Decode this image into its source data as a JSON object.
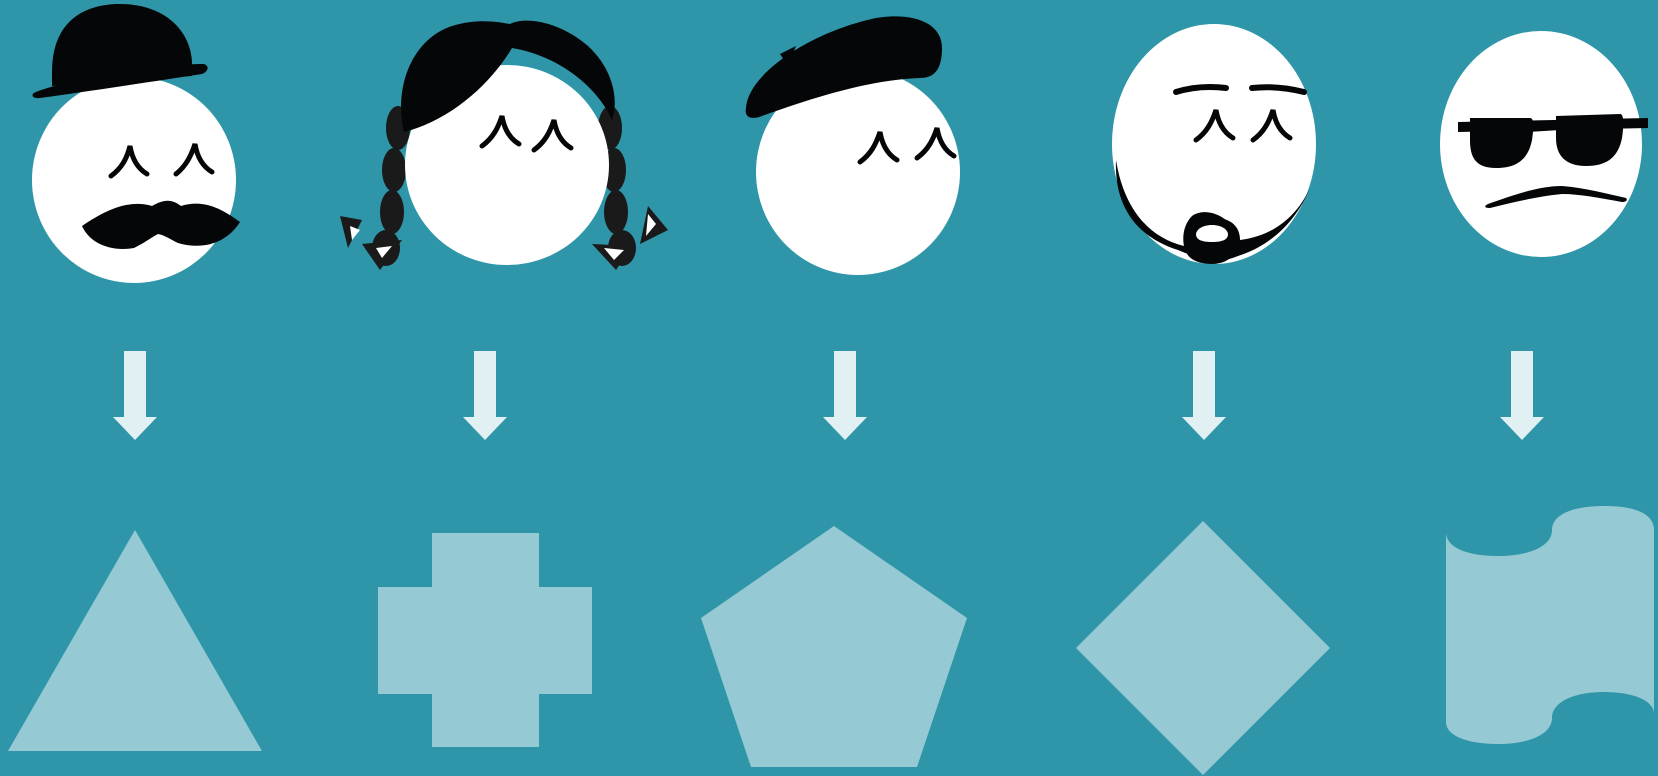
{
  "colors": {
    "background": "#2e96a8",
    "face": "#ffffff",
    "ink": "#050608",
    "arrow": "#e1f0f3",
    "shape": "#95c9d3"
  },
  "columns": [
    {
      "character": "man-with-bowler-hat-and-moustache",
      "shape": "triangle"
    },
    {
      "character": "girl-with-pigtail-braids",
      "shape": "cross"
    },
    {
      "character": "person-with-beret",
      "shape": "pentagon"
    },
    {
      "character": "bald-man-with-goatee-beard",
      "shape": "diamond"
    },
    {
      "character": "man-with-sunglasses",
      "shape": "wave-flag"
    }
  ]
}
